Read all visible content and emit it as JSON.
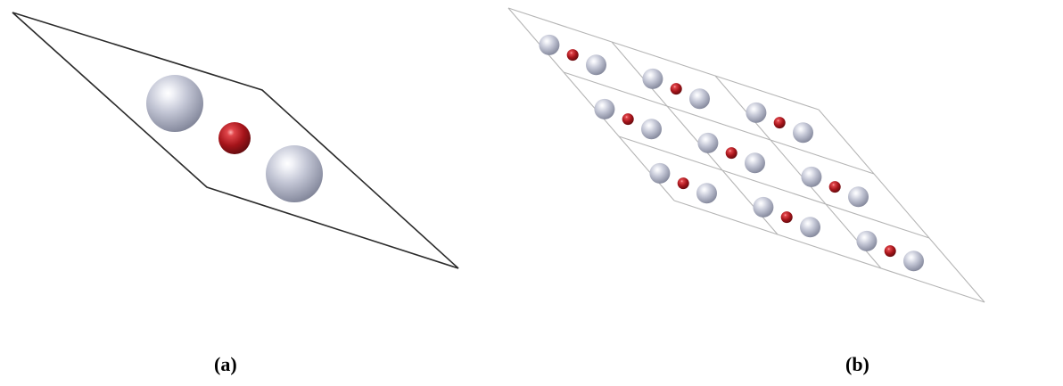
{
  "panels": [
    {
      "id": "a",
      "label": "(a)",
      "atoms": [
        {
          "species": "metal",
          "color": "light-gray-blue"
        },
        {
          "species": "oxygen",
          "color": "dark-red"
        },
        {
          "species": "metal",
          "color": "light-gray-blue"
        }
      ]
    },
    {
      "id": "b",
      "label": "(b)",
      "supercell": "3x3"
    }
  ],
  "colors": {
    "metal": "#b9bccb",
    "oxygen": "#9c1317",
    "cell_edge_a": "#2b2b2b",
    "cell_edge_b": "#b5b5b5"
  }
}
